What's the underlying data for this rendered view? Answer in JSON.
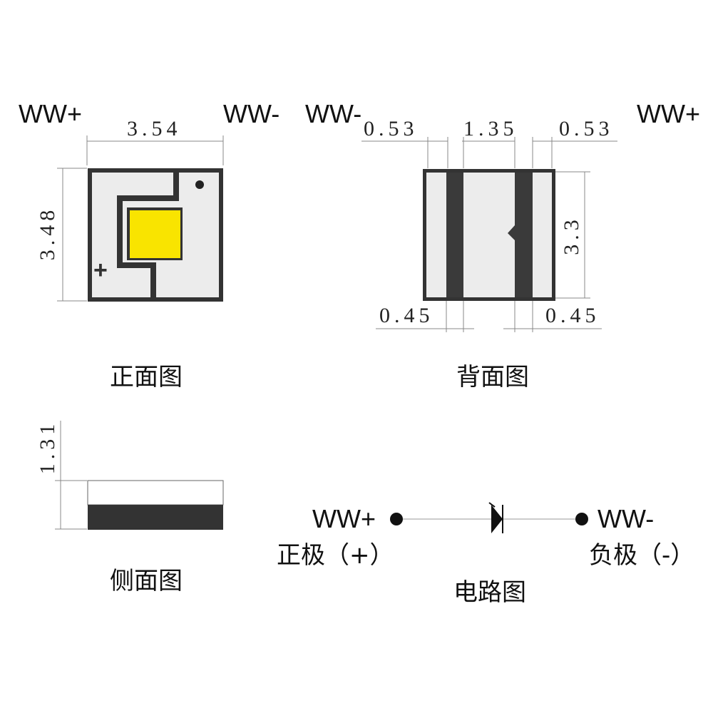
{
  "front_view": {
    "caption": "正面图",
    "label_left": "WW+",
    "label_right": "WW-",
    "width_dim": "3.54",
    "height_dim": "3.48",
    "polarity_mark": "+"
  },
  "back_view": {
    "caption": "背面图",
    "label_left": "WW-",
    "label_right": "WW+",
    "top_dims": [
      "0.53",
      "1.35",
      "0.53"
    ],
    "bottom_dims": [
      "0.45",
      "0.45"
    ],
    "height_dim": "3.3"
  },
  "side_view": {
    "caption": "侧面图",
    "height_dim": "1.31"
  },
  "circuit": {
    "caption": "电路图",
    "anode_label": "WW+",
    "anode_desc": "正极（+）",
    "cathode_label": "WW-",
    "cathode_desc": "负极（-）"
  },
  "colors": {
    "pad_dark": "#3a3a3a",
    "body_light": "#ececec",
    "chip_yellow": "#f9e400",
    "dim_line": "#888888"
  }
}
